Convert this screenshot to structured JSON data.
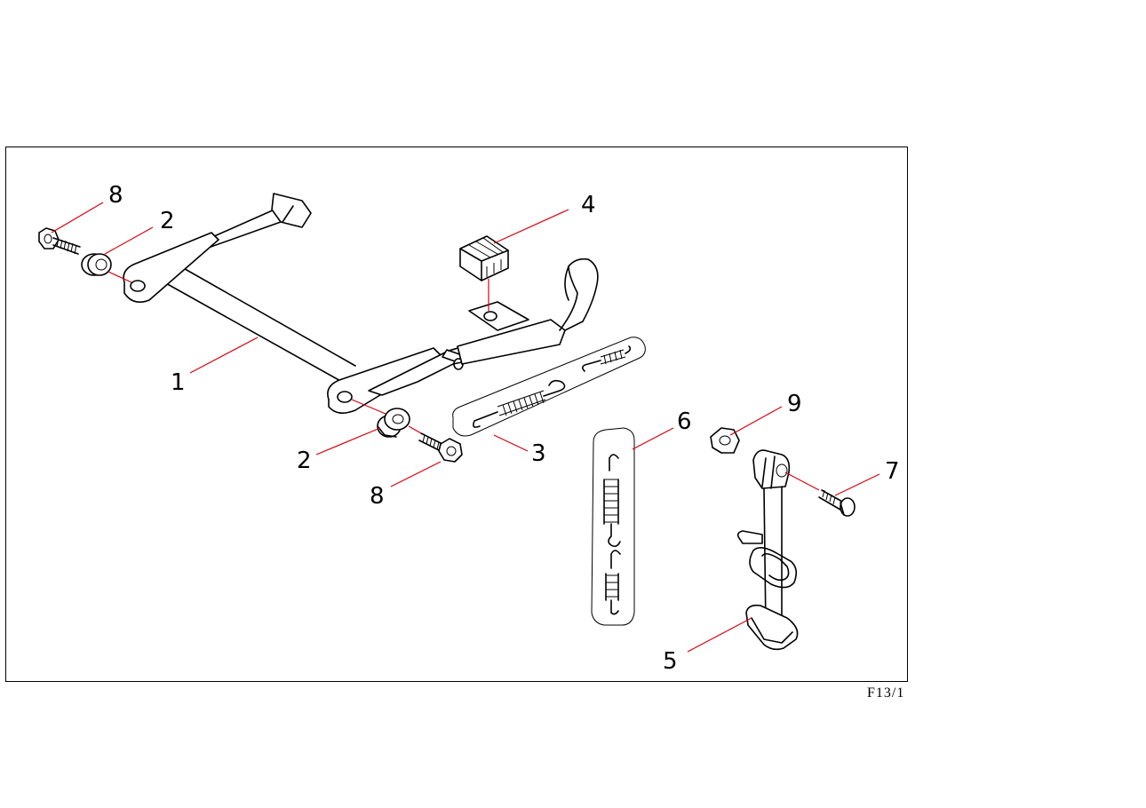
{
  "figure": {
    "code": "F13/1",
    "leader_color": "#d8000c",
    "callouts": [
      {
        "id": "8",
        "label": "8"
      },
      {
        "id": "2",
        "label": "2"
      },
      {
        "id": "1",
        "label": "1"
      },
      {
        "id": "4",
        "label": "4"
      },
      {
        "id": "3",
        "label": "3"
      },
      {
        "id": "2b",
        "label": "2"
      },
      {
        "id": "8b",
        "label": "8"
      },
      {
        "id": "6",
        "label": "6"
      },
      {
        "id": "9",
        "label": "9"
      },
      {
        "id": "7",
        "label": "7"
      },
      {
        "id": "5",
        "label": "5"
      }
    ]
  }
}
